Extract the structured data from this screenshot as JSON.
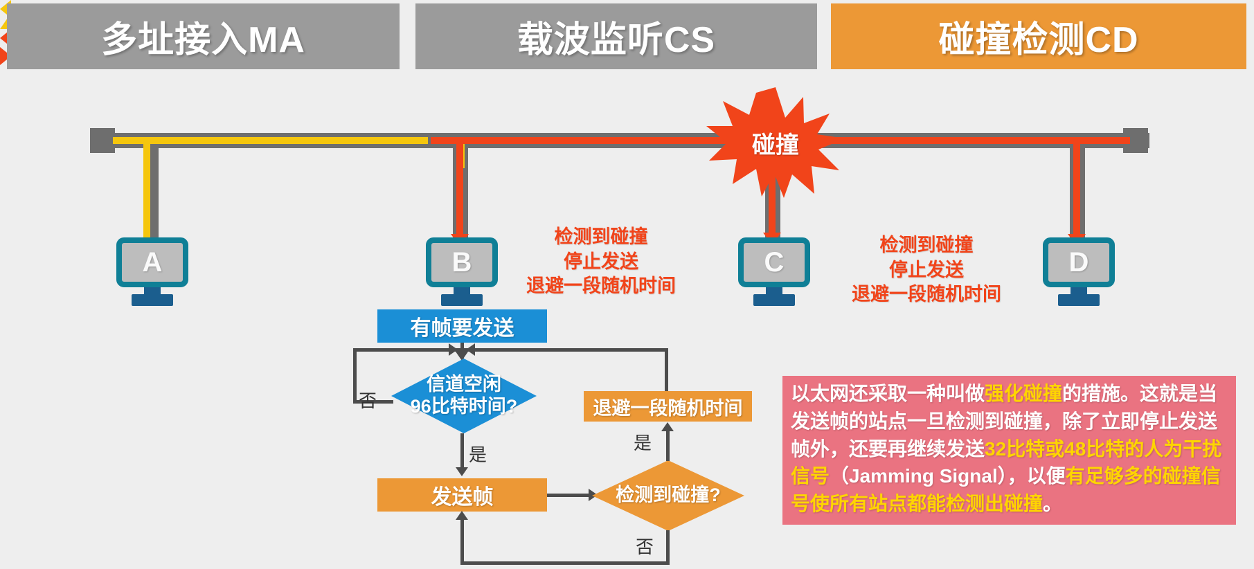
{
  "headers": [
    {
      "id": "ma",
      "label": "多址接入MA",
      "color": "#9b9b9b"
    },
    {
      "id": "cs",
      "label": "载波监听CS",
      "color": "#9b9b9b"
    },
    {
      "id": "cd",
      "label": "碰撞检测CD",
      "color": "#ec9836"
    }
  ],
  "network": {
    "collision_label": "碰撞",
    "stations": [
      {
        "id": "a",
        "label": "A",
        "signal": "yellow"
      },
      {
        "id": "b",
        "label": "B",
        "signal": "red"
      },
      {
        "id": "c",
        "label": "C",
        "signal": "red"
      },
      {
        "id": "d",
        "label": "D",
        "signal": "red"
      }
    ],
    "annotations": [
      {
        "id": "left",
        "line1": "检测到碰撞",
        "line2": "停止发送",
        "line3": "退避一段随机时间"
      },
      {
        "id": "right",
        "line1": "检测到碰撞",
        "line2": "停止发送",
        "line3": "退避一段随机时间"
      }
    ]
  },
  "flowchart": {
    "nodes": {
      "have_frame": "有帧要发送",
      "channel_idle_l1": "信道空闲",
      "channel_idle_l2": "96比特时间?",
      "backoff": "退避一段随机时间",
      "send_frame": "发送帧",
      "detect_collision": "检测到碰撞?"
    },
    "edge_labels": {
      "idle_no": "否",
      "idle_yes": "是",
      "detect_yes": "是",
      "detect_no": "否"
    }
  },
  "infobox": {
    "background": "#ea7381",
    "highlight_color": "#ffd500",
    "segments": [
      {
        "text": "以太网还采取一种叫做",
        "style": "plain"
      },
      {
        "text": "强化碰撞",
        "style": "highlight"
      },
      {
        "text": "的措施。这就是当发送帧的站点一旦检测到碰撞，除了立即停止发送帧外，还要再继续发送",
        "style": "plain"
      },
      {
        "text": "32比特或48比特的人为干扰信号",
        "style": "highlight"
      },
      {
        "text": "（Jamming Signal），以便",
        "style": "plain"
      },
      {
        "text": "有足够多的碰撞信号使所有站点都能检测出碰撞",
        "style": "highlight"
      },
      {
        "text": "。",
        "style": "plain"
      }
    ]
  },
  "colors": {
    "yellow_signal": "#f5c60d",
    "red_signal": "#f1441a",
    "bus_gray": "#6e6e6e",
    "blue_node": "#1b8fd6",
    "orange_node": "#ec9836",
    "monitor_border": "#0f7f96",
    "annotation_red": "#f1441a"
  }
}
